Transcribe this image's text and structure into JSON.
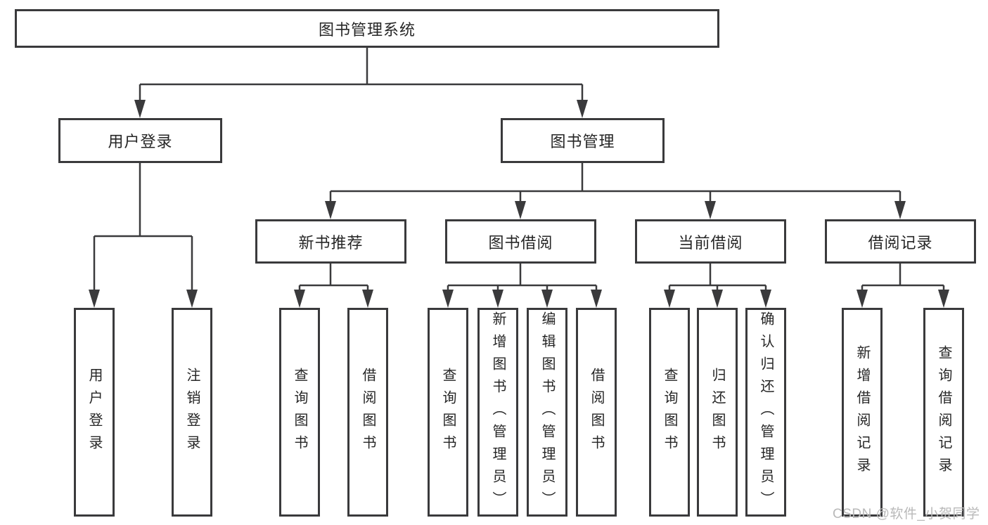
{
  "colors": {
    "line": "#3a3a3c",
    "box_border": "#3a3a3c",
    "text": "#262626",
    "background": "#ffffff",
    "watermark": "#b9b9b9"
  },
  "watermark": {
    "text": "CSDN @软件_小贺同学"
  },
  "tree": {
    "label": "图书管理系统",
    "children": [
      {
        "label": "用户登录",
        "children": [
          {
            "label": "用户登录"
          },
          {
            "label": "注销登录"
          }
        ]
      },
      {
        "label": "图书管理",
        "children": [
          {
            "label": "新书推荐",
            "children": [
              {
                "label": "查询图书"
              },
              {
                "label": "借阅图书"
              }
            ]
          },
          {
            "label": "图书借阅",
            "children": [
              {
                "label": "查询图书"
              },
              {
                "label": "新增图书（管理员）"
              },
              {
                "label": "编辑图书（管理员）"
              },
              {
                "label": "借阅图书"
              }
            ]
          },
          {
            "label": "当前借阅",
            "children": [
              {
                "label": "查询图书"
              },
              {
                "label": "归还图书"
              },
              {
                "label": "确认归还（管理员）"
              }
            ]
          },
          {
            "label": "借阅记录",
            "children": [
              {
                "label": "新增借阅记录"
              },
              {
                "label": "查询借阅记录"
              }
            ]
          }
        ]
      }
    ]
  }
}
